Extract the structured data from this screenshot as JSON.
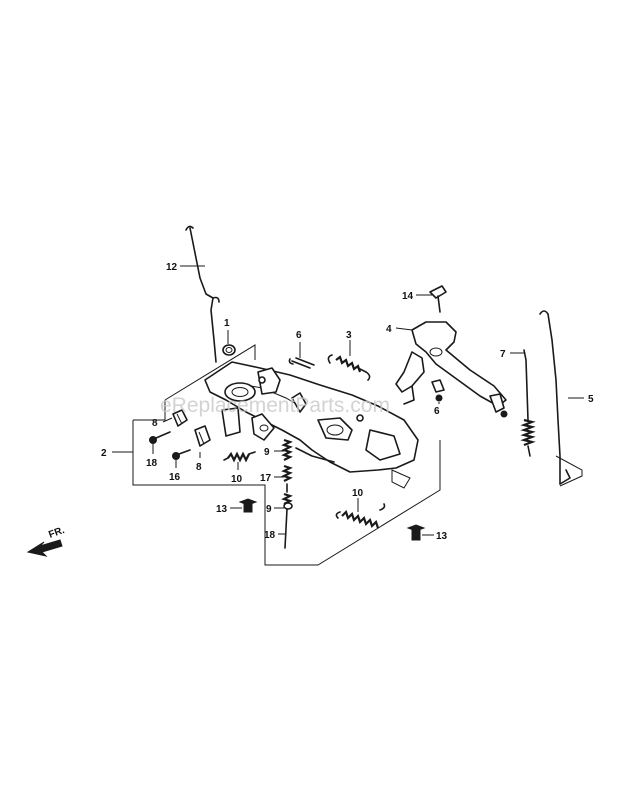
{
  "watermark": "eReplacementParts.com",
  "front_mark": "FR.",
  "callouts": [
    {
      "id": "c12",
      "label": "12"
    },
    {
      "id": "c1",
      "label": "1"
    },
    {
      "id": "c6",
      "label": "6"
    },
    {
      "id": "c3",
      "label": "3"
    },
    {
      "id": "c14",
      "label": "14"
    },
    {
      "id": "c4",
      "label": "4"
    },
    {
      "id": "c7",
      "label": "7"
    },
    {
      "id": "c5",
      "label": "5"
    },
    {
      "id": "c8a",
      "label": "8"
    },
    {
      "id": "c8b",
      "label": "8"
    },
    {
      "id": "c2",
      "label": "2"
    },
    {
      "id": "c18a",
      "label": "18"
    },
    {
      "id": "c16",
      "label": "16"
    },
    {
      "id": "c10a",
      "label": "10"
    },
    {
      "id": "c9a",
      "label": "9"
    },
    {
      "id": "c17",
      "label": "17"
    },
    {
      "id": "c9b",
      "label": "9"
    },
    {
      "id": "c18b",
      "label": "18"
    },
    {
      "id": "c13a",
      "label": "13"
    },
    {
      "id": "c10b",
      "label": "10"
    },
    {
      "id": "c13b",
      "label": "13"
    },
    {
      "id": "c6b",
      "label": "6"
    }
  ]
}
